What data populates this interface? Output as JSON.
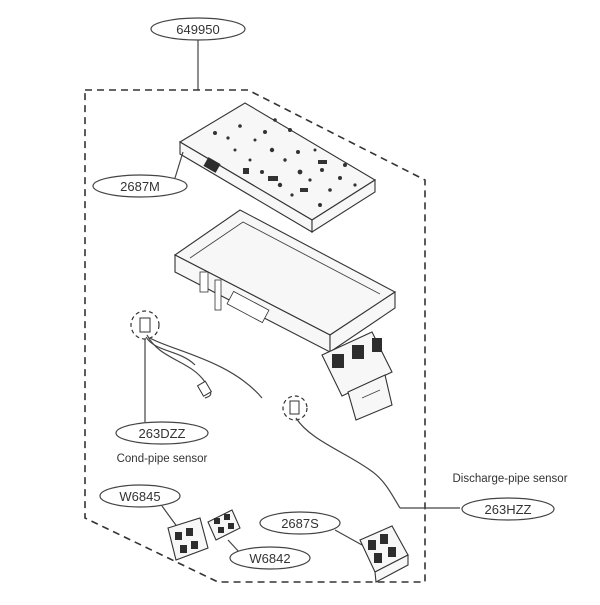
{
  "assembly": {
    "code": "649950"
  },
  "parts": {
    "pcb_board": {
      "code": "2687M"
    },
    "cond_sensor": {
      "code": "263DZZ",
      "caption": "Cond-pipe sensor"
    },
    "discharge_sensor": {
      "code": "263HZZ",
      "caption": "Discharge-pipe sensor"
    },
    "connector_a": {
      "code": "W6845"
    },
    "connector_b": {
      "code": "W6842"
    },
    "terminal_block": {
      "code": "2687S"
    }
  }
}
